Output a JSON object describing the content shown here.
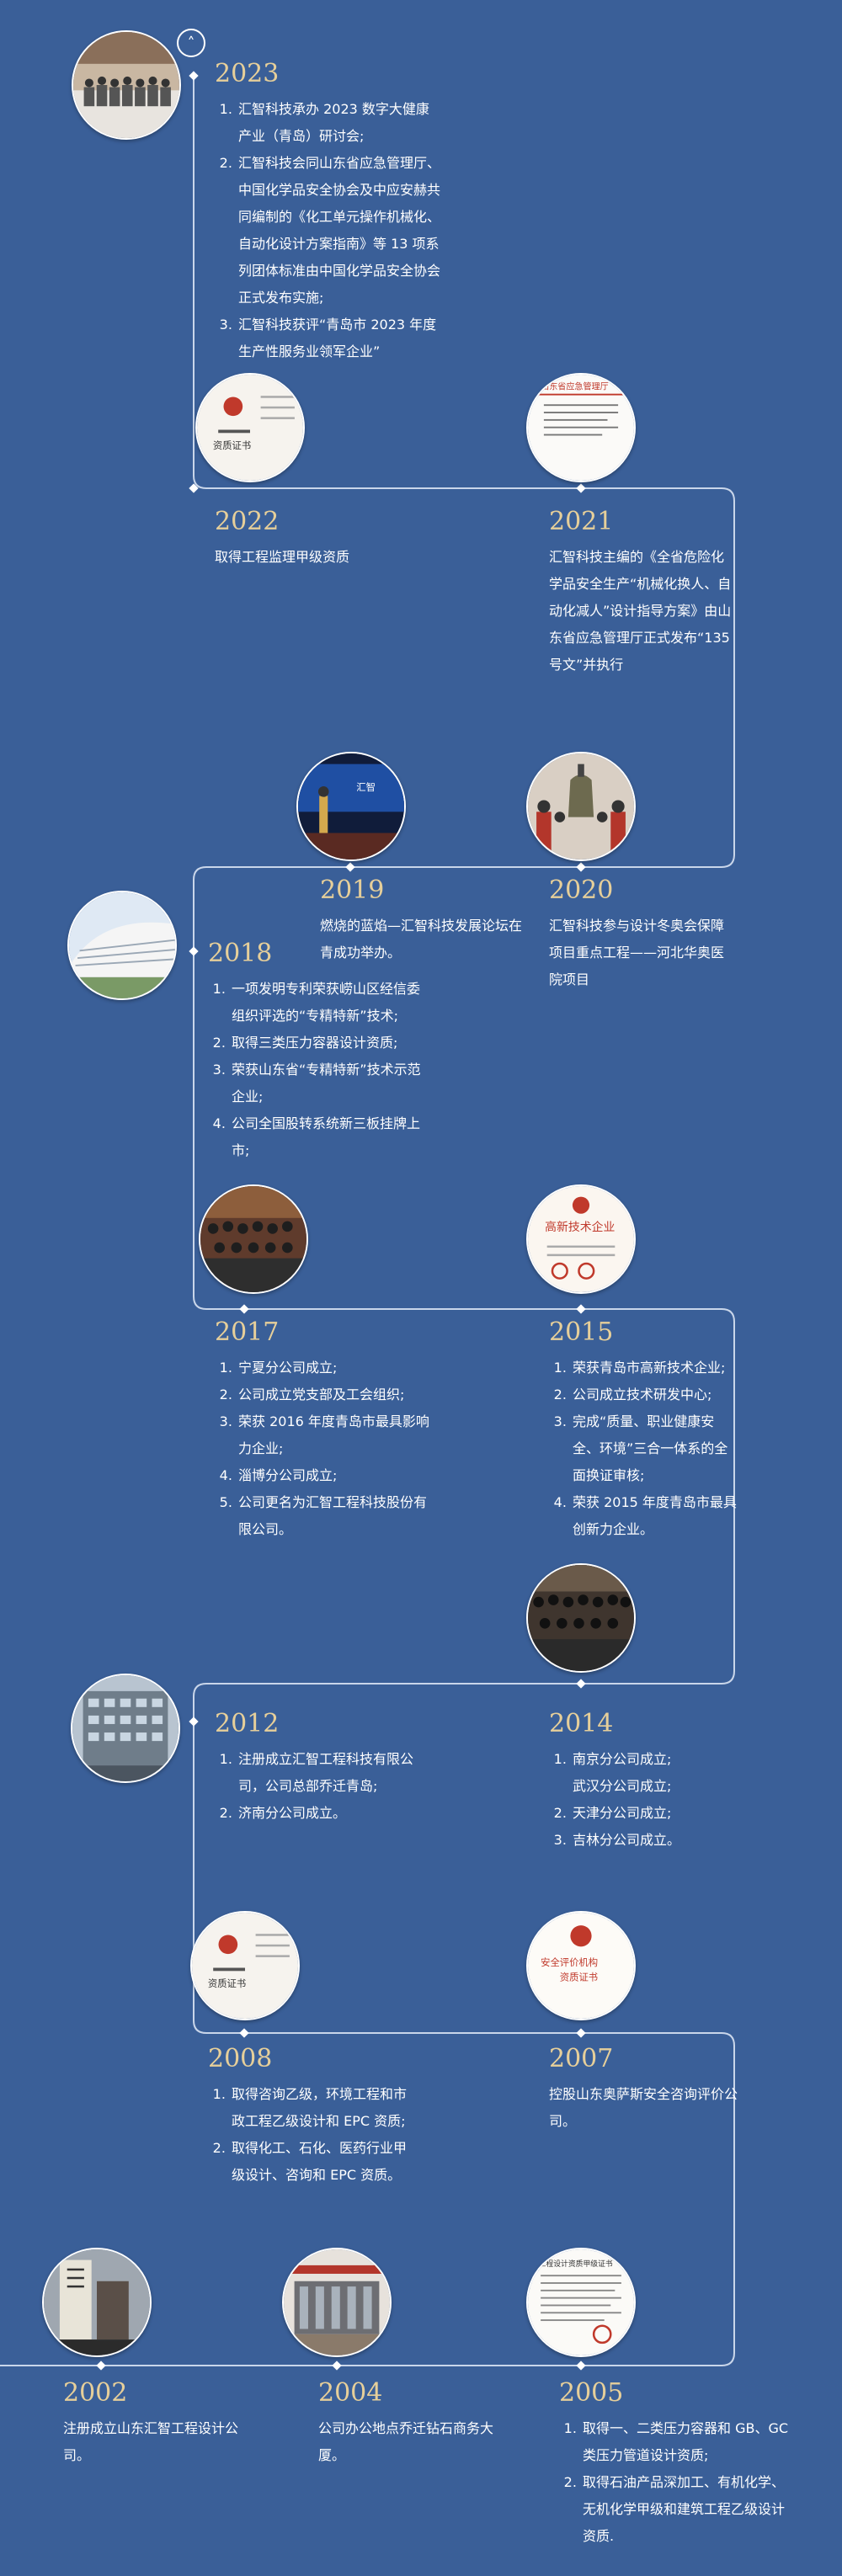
{
  "scroll_top": {
    "icon": "chevron-up-icon"
  },
  "colors": {
    "background": "#3a5f98",
    "year": "#e6cf9a",
    "line": "#c9d6ea"
  },
  "entries": {
    "y2023": {
      "year": "2023",
      "items": [
        "汇智科技承办 2023 数字大健康产业（青岛）研讨会;",
        "汇智科技会同山东省应急管理厅、中国化学品安全协会及中应安赫共同编制的《化工单元操作机械化、自动化设计方案指南》等 13 项系列团体标准由中国化学品安全协会正式发布实施;",
        "汇智科技获评“青岛市 2023 年度生产性服务业领军企业”"
      ]
    },
    "y2022": {
      "year": "2022",
      "text": "取得工程监理甲级资质"
    },
    "y2021": {
      "year": "2021",
      "text": "汇智科技主编的《全省危险化学品安全生产“机械化换人、自动化减人”设计指导方案》由山东省应急管理厅正式发布“135 号文”并执行"
    },
    "y2019": {
      "year": "2019",
      "text": "燃烧的蓝焰—汇智科技发展论坛在青成功举办。"
    },
    "y2020": {
      "year": "2020",
      "text": "汇智科技参与设计冬奥会保障项目重点工程——河北华奥医院项目"
    },
    "y2018": {
      "year": "2018",
      "items": [
        "一项发明专利荣获崂山区经信委组织评选的“专精特新”技术;",
        "取得三类压力容器设计资质;",
        "荣获山东省“专精特新”技术示范企业;",
        "公司全国股转系统新三板挂牌上市;"
      ]
    },
    "y2017": {
      "year": "2017",
      "items": [
        "宁夏分公司成立;",
        "公司成立党支部及工会组织;",
        "荣获 2016 年度青岛市最具影响力企业;",
        "淄博分公司成立;",
        "公司更名为汇智工程科技股份有限公司。"
      ]
    },
    "y2015": {
      "year": "2015",
      "items": [
        "荣获青岛市高新技术企业;",
        "公司成立技术研发中心;",
        "完成“质量、职业健康安全、环境”三合一体系的全面换证审核;",
        "荣获 2015 年度青岛市最具创新力企业。"
      ]
    },
    "y2012": {
      "year": "2012",
      "items": [
        "注册成立汇智工程科技有限公司，公司总部乔迁青岛;",
        "济南分公司成立。"
      ]
    },
    "y2014": {
      "year": "2014",
      "items": [
        "南京分公司成立;\n武汉分公司成立;",
        "天津分公司成立;",
        "吉林分公司成立。"
      ]
    },
    "y2008": {
      "year": "2008",
      "items": [
        "取得咨询乙级，环境工程和市政工程乙级设计和 EPC 资质;",
        "取得化工、石化、医药行业甲级设计、咨询和 EPC 资质。"
      ]
    },
    "y2007": {
      "year": "2007",
      "text": "控股山东奥萨斯安全咨询评价公司。"
    },
    "y2002": {
      "year": "2002",
      "text": "注册成立山东汇智工程设计公司。"
    },
    "y2004": {
      "year": "2004",
      "text": "公司办公地点乔迁钻石商务大厦。"
    },
    "y2005": {
      "year": "2005",
      "items": [
        "取得一、二类压力容器和 GB、GC 类压力管道设计资质;",
        "取得石油产品深加工、有机化学、无机化学甲级和建筑工程乙级设计资质."
      ]
    }
  },
  "photos": {
    "p2023": {
      "kind": "group-photo"
    },
    "p2022": {
      "kind": "certificate",
      "label": "资质证书"
    },
    "p2021": {
      "kind": "document",
      "label": "山东省应急管理厅"
    },
    "p2019": {
      "kind": "stage-event"
    },
    "p2020": {
      "kind": "ceremony"
    },
    "p2018": {
      "kind": "building"
    },
    "p2017": {
      "kind": "group-photo"
    },
    "p2015": {
      "kind": "certificate",
      "label": "高新技术企业"
    },
    "p2014": {
      "kind": "group-photo"
    },
    "p2012": {
      "kind": "building"
    },
    "p2008": {
      "kind": "certificate",
      "label": "资质证书"
    },
    "p2007": {
      "kind": "certificate",
      "label": "安全评价机构资质证书"
    },
    "p2002": {
      "kind": "plaque"
    },
    "p2004": {
      "kind": "building"
    },
    "p2005": {
      "kind": "document",
      "label": "工程设计资质甲级证书"
    }
  }
}
